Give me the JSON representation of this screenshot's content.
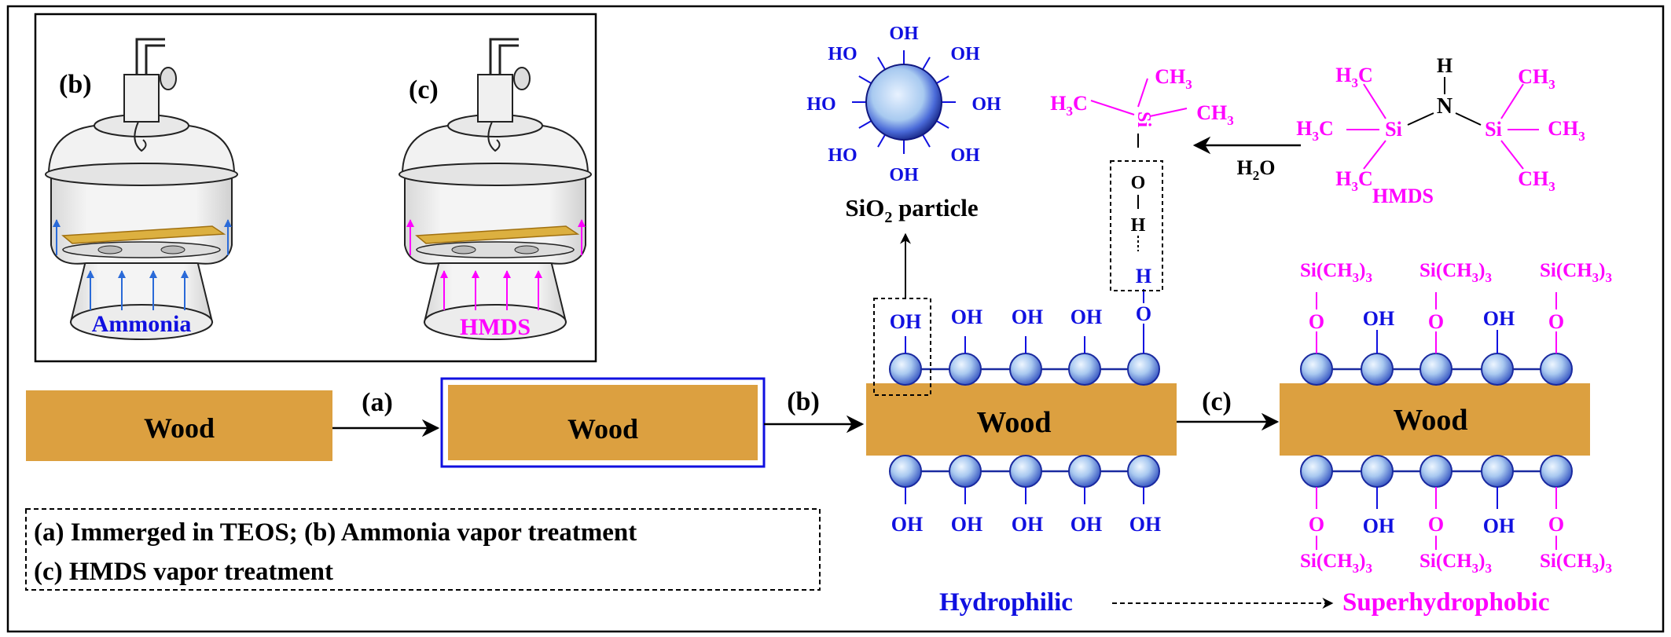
{
  "colors": {
    "wood": "#dca040",
    "blue": "#1010e0",
    "magenta": "#ff00ff",
    "black": "#000000",
    "sphere_light": "#b8d4f4",
    "sphere_dark": "#3a58c8"
  },
  "inset": {
    "jar_b_label": "(b)",
    "jar_c_label": "(c)",
    "ammonia_label": "Ammonia",
    "hmds_jar_label": "HMDS"
  },
  "steps": {
    "wood_label": "Wood",
    "step_a": "(a)",
    "step_b": "(b)",
    "step_c": "(c)"
  },
  "legend": {
    "line1": "(a) Immerged in TEOS; (b) Ammonia vapor treatment",
    "line2": "(c) HMDS vapor treatment"
  },
  "chemistry": {
    "hydroxyl": "OH",
    "ho": "HO",
    "sio2_label_prefix": "SiO",
    "sio2_label_sub": "2",
    "sio2_label_suffix": " particle",
    "water_h": "H",
    "water_sub": "2",
    "water_o": "O",
    "hmds_label": "HMDS",
    "silanol_o": "O",
    "silanol_h": "H",
    "si": "Si",
    "n": "N",
    "h": "H",
    "methyl_c": "C",
    "methyl_h": "H",
    "methyl_3": "3",
    "ch": "CH",
    "trimethylsilyl_prefix": "Si(CH",
    "trimethylsilyl_sub": "3",
    "trimethylsilyl_suffix": ")",
    "trimethylsilyl_sub2": "3",
    "hydrophilic": "Hydrophilic",
    "superhydrophobic": "Superhydrophobic"
  }
}
